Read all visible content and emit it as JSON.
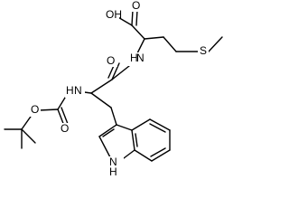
{
  "molecule": {
    "labels": {
      "carboxylic_oh": "OH",
      "carboxylic_o": "O",
      "amide_o": "O",
      "amide_nh": "N",
      "amide_h": "H",
      "carbamate_nh": "N",
      "carbamate_h": "H",
      "carbamate_o": "O",
      "carbamate_carbonyl_o": "O",
      "sulfur": "S",
      "indole_nh": "H",
      "indole_n": "N"
    }
  }
}
